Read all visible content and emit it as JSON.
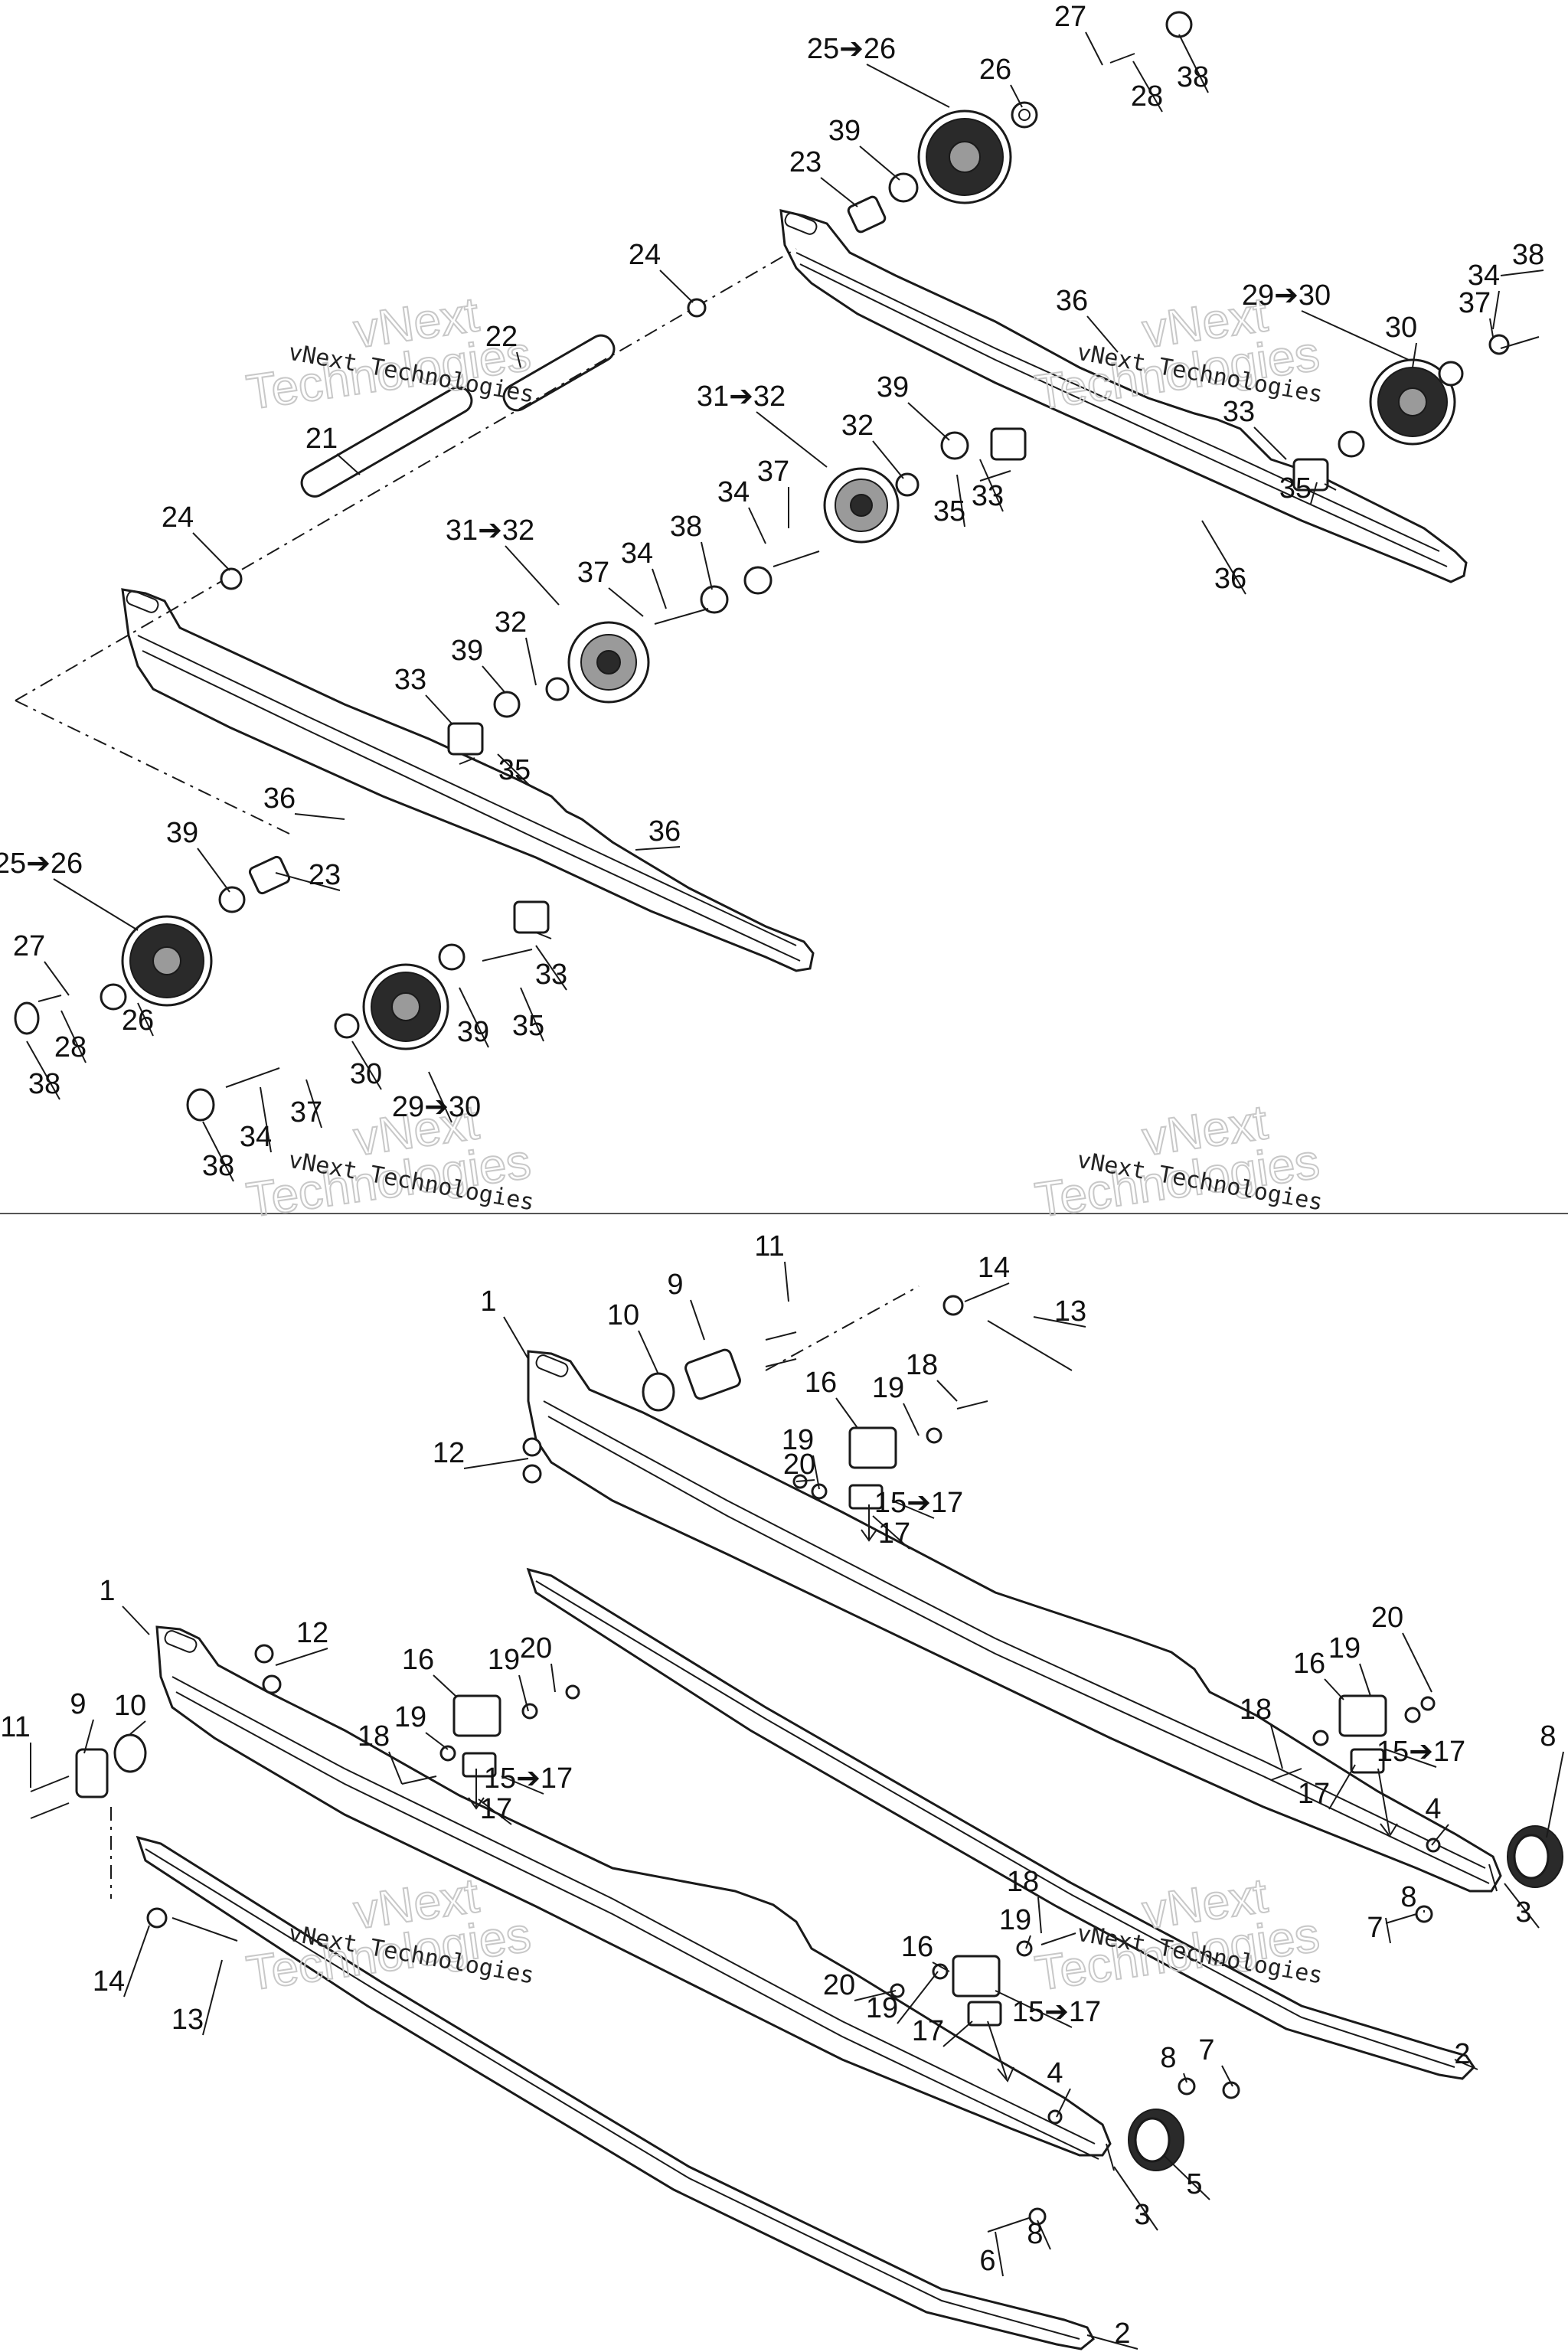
{
  "watermark": {
    "line1": "vNext Technologies",
    "line2": "Technologies",
    "line3": "vNext"
  },
  "callouts_top": [
    "27",
    "25➔26",
    "26",
    "28",
    "38",
    "39",
    "23",
    "24",
    "29➔30",
    "36",
    "38",
    "34",
    "37",
    "30",
    "22",
    "21",
    "31➔32",
    "39",
    "32",
    "33",
    "35",
    "33",
    "35",
    "24",
    "34",
    "37",
    "36",
    "31➔32",
    "38",
    "37",
    "34",
    "39",
    "32",
    "33",
    "35",
    "36",
    "36",
    "25➔26",
    "39",
    "23",
    "27",
    "28",
    "26",
    "33",
    "35",
    "39",
    "38",
    "30",
    "29➔30",
    "37",
    "34",
    "38"
  ],
  "callouts_bottom": [
    "11",
    "14",
    "9",
    "13",
    "1",
    "10",
    "18",
    "16",
    "19",
    "12",
    "20",
    "19",
    "15➔17",
    "17",
    "1",
    "12",
    "20",
    "16",
    "19",
    "19",
    "10",
    "9",
    "18",
    "11",
    "15➔17",
    "17",
    "19",
    "20",
    "16",
    "18",
    "15➔17",
    "17",
    "8",
    "4",
    "8",
    "7",
    "3",
    "19",
    "18",
    "16",
    "20",
    "19",
    "15➔17",
    "17",
    "2",
    "8",
    "7",
    "4",
    "14",
    "13",
    "8",
    "6",
    "3",
    "5",
    "2"
  ]
}
